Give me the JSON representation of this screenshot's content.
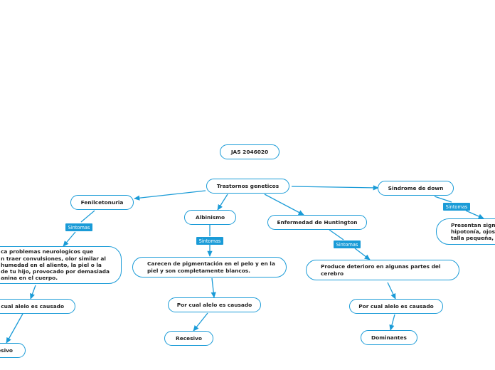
{
  "colors": {
    "accent": "#1a9bd7",
    "text": "#222222",
    "background": "#ffffff"
  },
  "nodes": {
    "root": "JAS 2046020",
    "trastornos": "Trastornos geneticos",
    "fenilcetonuria": "Fenilcetonuria",
    "albinismo": "Albinismo",
    "huntington": "Enfermedad de Huntington",
    "down": "Sindrome de down",
    "fen_desc": "ca problemas neurologicos que\nn traer convulsiones, olor similar al\nhumedad en el aliento, la piel o la\nde tu hijo, provocado por demasiada\nanina en el cuerpo.",
    "alb_desc": "Carecen de pigmentación en el pelo y en la\npiel y son completamente blancos.",
    "hunt_desc": "Produce deterioro en algunas partes del\ncerebro",
    "down_desc": "Presentan signo\nhipotonía, ojos r\ntalla pequeña, e",
    "fen_alelo": "or cual alelo es causado",
    "alb_alelo": "Por cual alelo es causado",
    "hunt_alelo": "Por cual alelo es causado",
    "fen_tipo": "esivo",
    "alb_tipo": "Recesivo",
    "hunt_tipo": "Dominantes"
  },
  "labels": {
    "fen_sintomas": "Sintomas",
    "alb_sintomas": "Sintomas",
    "hunt_sintomas": "Sintomas",
    "down_sintomas": "Sintomas"
  }
}
